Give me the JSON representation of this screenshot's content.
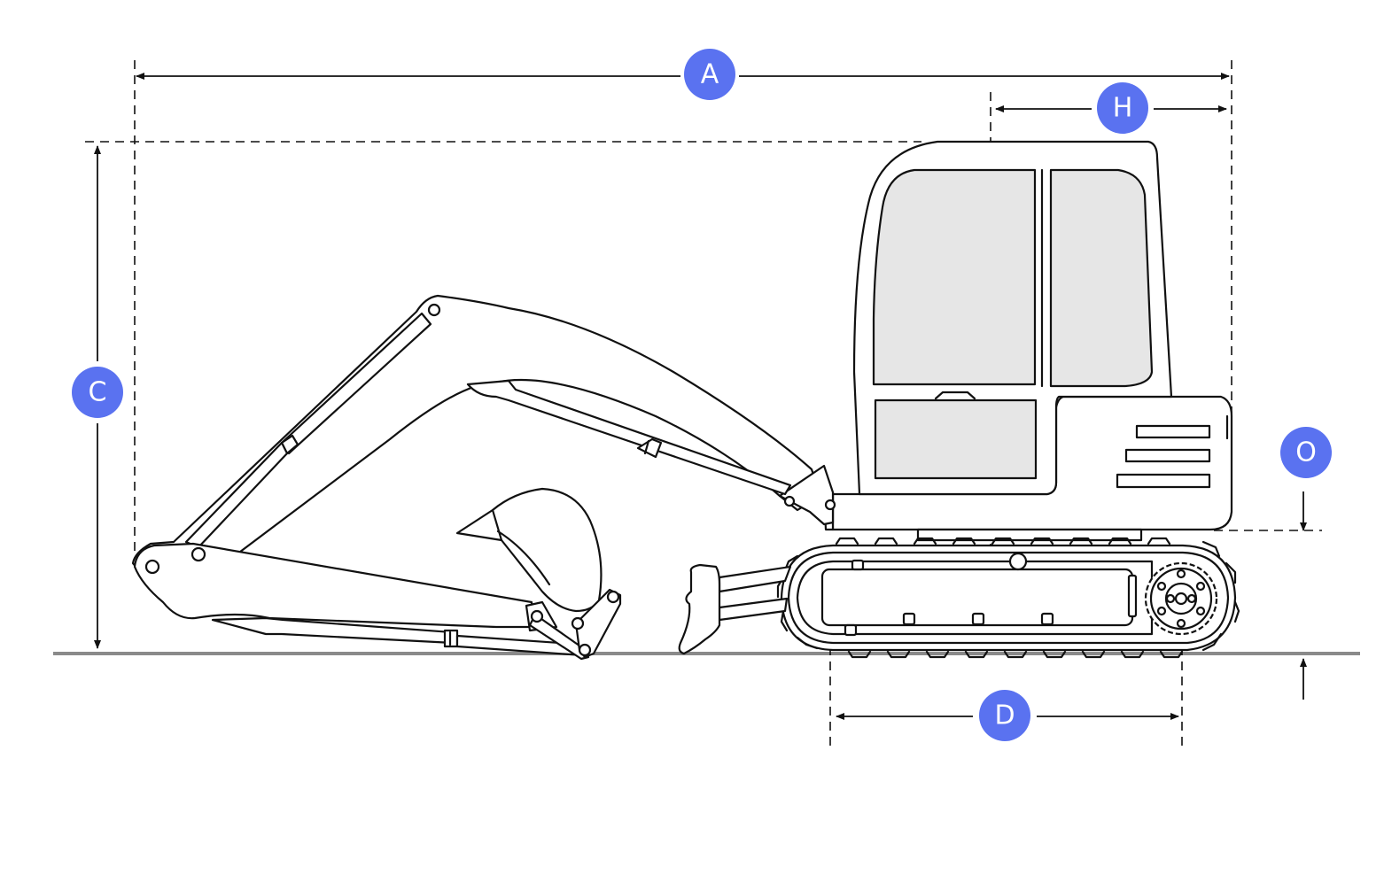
{
  "diagram": {
    "dimension_labels": {
      "overall_length": "A",
      "overall_height": "C",
      "track_length": "D",
      "tail_length": "H",
      "ground_clearance": "O"
    },
    "colors": {
      "badge": "#5a72f0",
      "badge_text": "#ffffff",
      "line": "#111111",
      "glass": "#e6e6e6",
      "ground": "#8a8a8a"
    }
  }
}
